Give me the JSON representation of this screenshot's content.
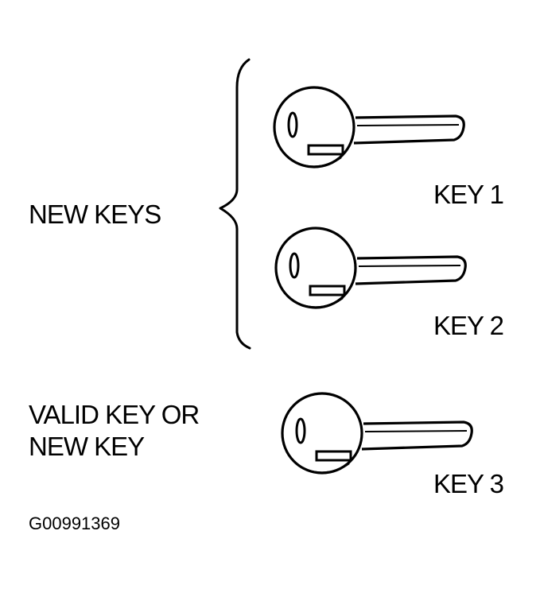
{
  "diagram": {
    "group_labels": {
      "new_keys": "NEW KEYS",
      "valid_key_line1": "VALID KEY OR",
      "valid_key_line2": "NEW KEY"
    },
    "keys": [
      {
        "label": "KEY 1",
        "icon": "key-icon"
      },
      {
        "label": "KEY 2",
        "icon": "key-icon"
      },
      {
        "label": "KEY 3",
        "icon": "key-icon"
      }
    ],
    "bracket": {
      "icon": "curly-brace-icon",
      "groups": [
        "KEY 1",
        "KEY 2"
      ]
    },
    "figure_id": "G00991369",
    "colors": {
      "ink": "#000000",
      "background": "#ffffff"
    }
  }
}
